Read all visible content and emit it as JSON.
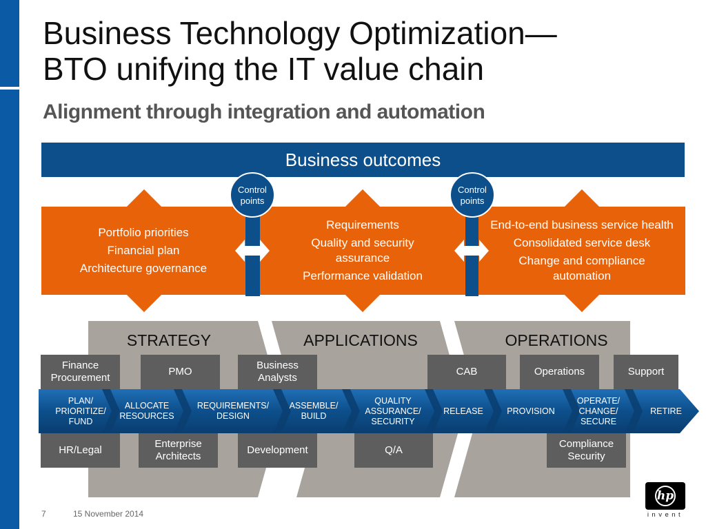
{
  "slide": {
    "title_line1": "Business Technology Optimization—",
    "title_line2": "BTO unifying the IT value chain",
    "subtitle": "Alignment through integration and automation"
  },
  "outcomes": {
    "label": "Business outcomes"
  },
  "control_points": [
    {
      "line1": "Control",
      "line2": "points"
    },
    {
      "line1": "Control",
      "line2": "points"
    }
  ],
  "orange_boxes": [
    {
      "lines": [
        "Portfolio priorities",
        "Financial plan",
        "Architecture governance"
      ]
    },
    {
      "lines": [
        "Requirements",
        "Quality and security",
        "assurance",
        "Performance validation"
      ]
    },
    {
      "lines": [
        "End-to-end business service health",
        "Consolidated service desk",
        "Change and compliance",
        "automation"
      ]
    }
  ],
  "stages": [
    "STRATEGY",
    "APPLICATIONS",
    "OPERATIONS"
  ],
  "top_boxes": [
    {
      "line1": "Finance",
      "line2": "Procurement"
    },
    {
      "line1": "PMO",
      "line2": ""
    },
    {
      "line1": "Business",
      "line2": "Analysts"
    },
    {
      "line1": "CAB",
      "line2": ""
    },
    {
      "line1": "Operations",
      "line2": ""
    },
    {
      "line1": "Support",
      "line2": ""
    }
  ],
  "chain": [
    {
      "l1": "PLAN/",
      "l2": "PRIORITIZE/",
      "l3": "FUND"
    },
    {
      "l1": "ALLOCATE",
      "l2": "RESOURCES",
      "l3": ""
    },
    {
      "l1": "REQUIREMENTS/",
      "l2": "DESIGN",
      "l3": ""
    },
    {
      "l1": "ASSEMBLE/",
      "l2": "BUILD",
      "l3": ""
    },
    {
      "l1": "QUALITY",
      "l2": "ASSURANCE/",
      "l3": "SECURITY"
    },
    {
      "l1": "RELEASE",
      "l2": "",
      "l3": ""
    },
    {
      "l1": "PROVISION",
      "l2": "",
      "l3": ""
    },
    {
      "l1": "OPERATE/",
      "l2": "CHANGE/",
      "l3": "SECURE"
    },
    {
      "l1": "RETIRE",
      "l2": "",
      "l3": ""
    }
  ],
  "bottom_boxes": [
    {
      "line1": "HR/Legal",
      "line2": ""
    },
    {
      "line1": "Enterprise",
      "line2": "Architects"
    },
    {
      "line1": "Development",
      "line2": ""
    },
    {
      "line1": "Q/A",
      "line2": ""
    },
    {
      "line1": "Compliance",
      "line2": "Security"
    }
  ],
  "footer": {
    "page": "7",
    "date": "15 November 2014"
  },
  "logo": {
    "mark": "hp",
    "tagline": "invent"
  },
  "colors": {
    "blue": "#0d4f8b",
    "orange": "#e8620a",
    "gray_panel": "#a8a39d",
    "dark_box": "#5e5e5e"
  }
}
